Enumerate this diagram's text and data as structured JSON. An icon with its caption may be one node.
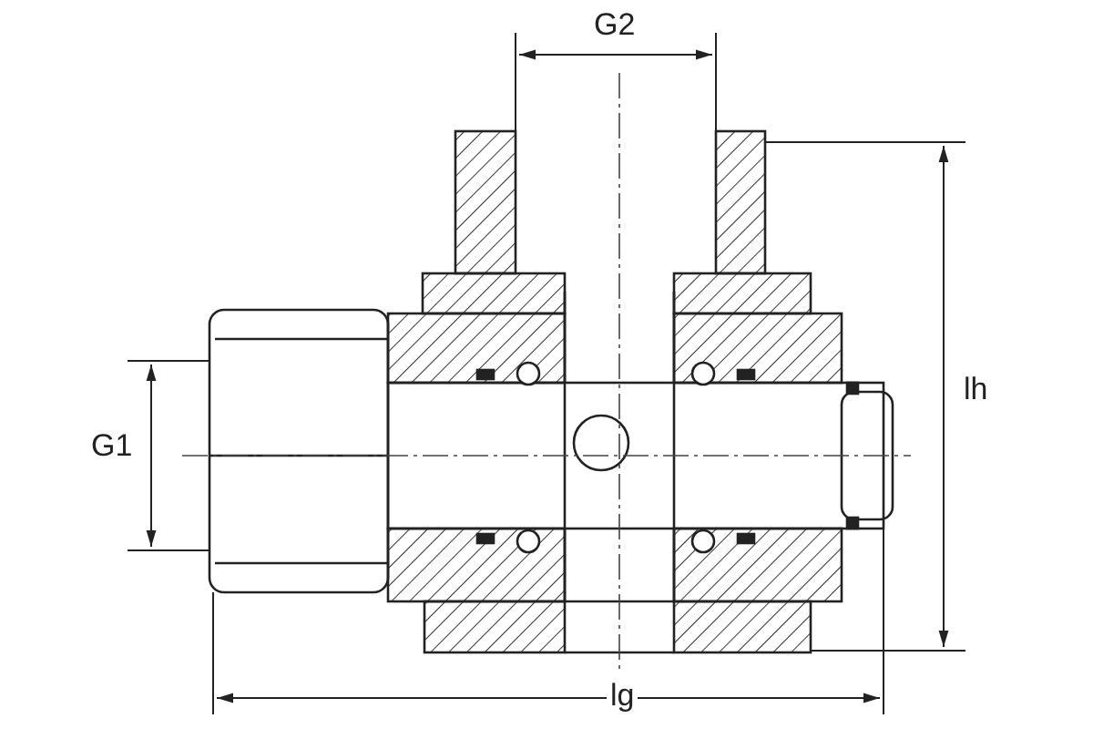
{
  "diagram": {
    "labels": [
      "G2",
      "G1",
      "lh",
      "lg"
    ]
  }
}
